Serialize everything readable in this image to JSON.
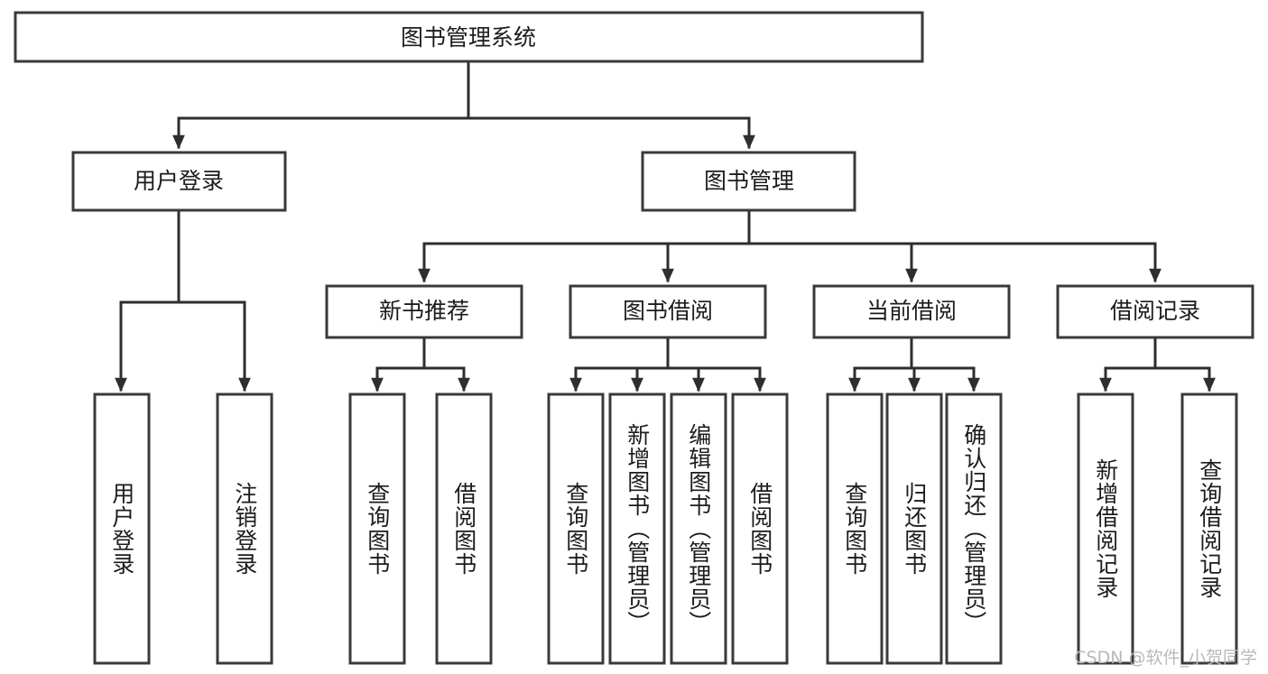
{
  "diagram": {
    "type": "tree-hierarchy-chart",
    "title": "图书管理系统",
    "watermark": "CSDN @软件_小贺同学",
    "colors": {
      "background": "#ffffff",
      "stroke": "#3a3a3a",
      "link": "#2e2e2e",
      "text": "#1c1c1c",
      "watermark": "#b9b9b9"
    },
    "root": {
      "label": "图书管理系统"
    },
    "level2": [
      {
        "label": "用户登录"
      },
      {
        "label": "图书管理"
      }
    ],
    "level3": [
      {
        "label": "新书推荐"
      },
      {
        "label": "图书借阅"
      },
      {
        "label": "当前借阅"
      },
      {
        "label": "借阅记录"
      }
    ],
    "leaves": {
      "user_login": [
        {
          "label": "用户登录"
        },
        {
          "label": "注销登录"
        }
      ],
      "new_book_recommend": [
        {
          "label": "查询图书"
        },
        {
          "label": "借阅图书"
        }
      ],
      "book_borrow": [
        {
          "label": "查询图书"
        },
        {
          "label": "新增图书（管理员）"
        },
        {
          "label": "编辑图书（管理员）"
        },
        {
          "label": "借阅图书"
        }
      ],
      "current_borrow": [
        {
          "label": "查询图书"
        },
        {
          "label": "归还图书"
        },
        {
          "label": "确认归还（管理员）"
        }
      ],
      "borrow_record": [
        {
          "label": "新增借阅记录"
        },
        {
          "label": "查询借阅记录"
        }
      ]
    }
  }
}
